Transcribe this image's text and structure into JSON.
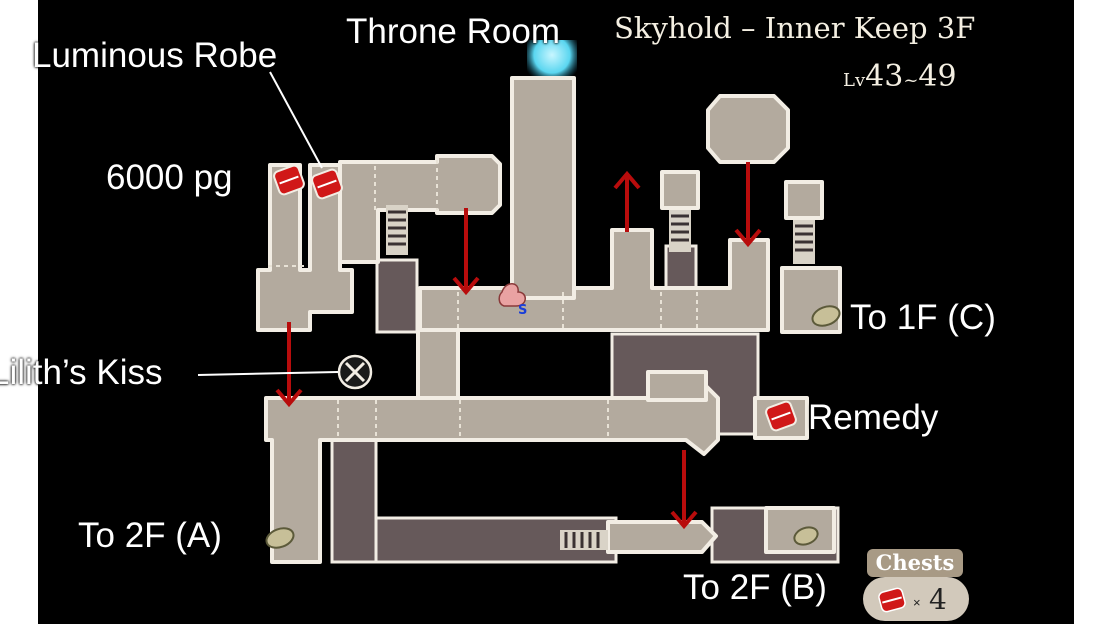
{
  "map": {
    "title": "Skyhold – Inner Keep 3F",
    "level_prefix": "Lv",
    "level_min": "43",
    "level_sep": "~",
    "level_max": "49"
  },
  "labels": {
    "throne_room": "Throne Room",
    "luminous_robe": "Luminous Robe",
    "pg": "6000 pg",
    "liliths_kiss": "Lilith’s Kiss",
    "to_1f_c": "To 1F (C)",
    "remedy": "Remedy",
    "to_2f_a": "To 2F (A)",
    "to_2f_b": "To 2F (B)"
  },
  "chests": {
    "title": "Chests",
    "times": "×",
    "count": "4"
  },
  "markers": {
    "save_point_letter": "S"
  },
  "colors": {
    "background": "#000000",
    "floor": "#b3aa9e",
    "wall": "#66595a",
    "outline": "#f2ede4",
    "arrow": "#b80c0c",
    "chest": "#d01818",
    "throne_glow": "#5ad6f0"
  },
  "icons": [
    "treasure-chest-icon",
    "stairs-icon",
    "arrow-down-icon",
    "arrow-up-icon",
    "x-marker-icon",
    "save-point-icon",
    "exit-stone-icon"
  ]
}
